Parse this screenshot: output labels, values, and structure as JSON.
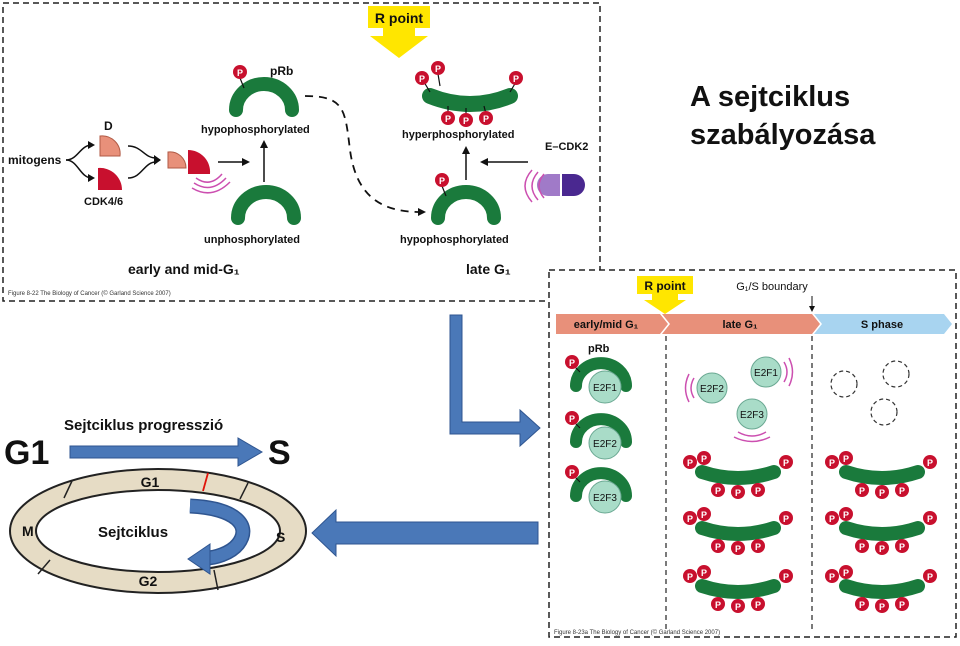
{
  "slide": {
    "title_line1": "A sejtciklus",
    "title_line2": "szabályozása"
  },
  "top_panel": {
    "r_point": "R point",
    "mitogens": "mitogens",
    "cyclin_d": "D",
    "cdk46": "CDK4/6",
    "prb": "pRb",
    "hypo1": "hypophosphorylated",
    "unphos": "unphosphorylated",
    "hyper": "hyperphosphorylated",
    "ecdk2": "E–CDK2",
    "hypo2": "hypophosphorylated",
    "early_mid": "early and mid-G₁",
    "late": "late G₁",
    "caption": "Figure 8-22  The Biology of Cancer (© Garland Science 2007)",
    "phospho": "P"
  },
  "right_panel": {
    "r_point": "R point",
    "boundary": "G₁/S boundary",
    "phase1": "early/mid G₁",
    "phase2": "late G₁",
    "phase3": "S phase",
    "prb": "pRb",
    "e2f1": "E2F1",
    "e2f2": "E2F2",
    "e2f3": "E2F3",
    "caption": "Figure 8-23a  The Biology of Cancer (© Garland Science 2007)"
  },
  "cycle": {
    "g1_big": "G1",
    "s_big": "S",
    "progression": "Sejtciklus progresszió",
    "center": "Sejtciklus",
    "g1": "G1",
    "s": "S",
    "m": "M",
    "g2": "G2"
  },
  "colors": {
    "prb_green": "#1a7a3c",
    "phospho_red": "#c8102e",
    "arrow_blue": "#4a78b8",
    "r_point_yellow": "#ffe600",
    "cycle_fill": "#e6dcc5",
    "phase_salmon": "#e8907a",
    "phase_blue": "#a8d4f0",
    "e2f_teal": "#a9dcc8"
  }
}
